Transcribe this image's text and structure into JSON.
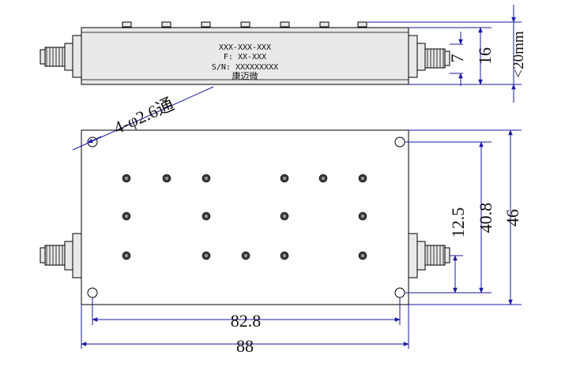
{
  "label": {
    "line1": "XXX-XXX-XXX",
    "line2": "F: XX-XXX",
    "line3": "S/N: XXXXXXXXX",
    "line4": "康迈微"
  },
  "dimensions": {
    "hole_spec": "4-φ2.6通",
    "height_7": "7",
    "height_16": "16",
    "height_20": "<20mm",
    "width_82_8": "82.8",
    "width_88": "88",
    "height_12_5": "12.5",
    "height_40_8": "40.8",
    "height_46": "46"
  },
  "colors": {
    "dimension_line": "#1a1aa6",
    "outline": "#000000",
    "fill": "#e9e9e9"
  }
}
